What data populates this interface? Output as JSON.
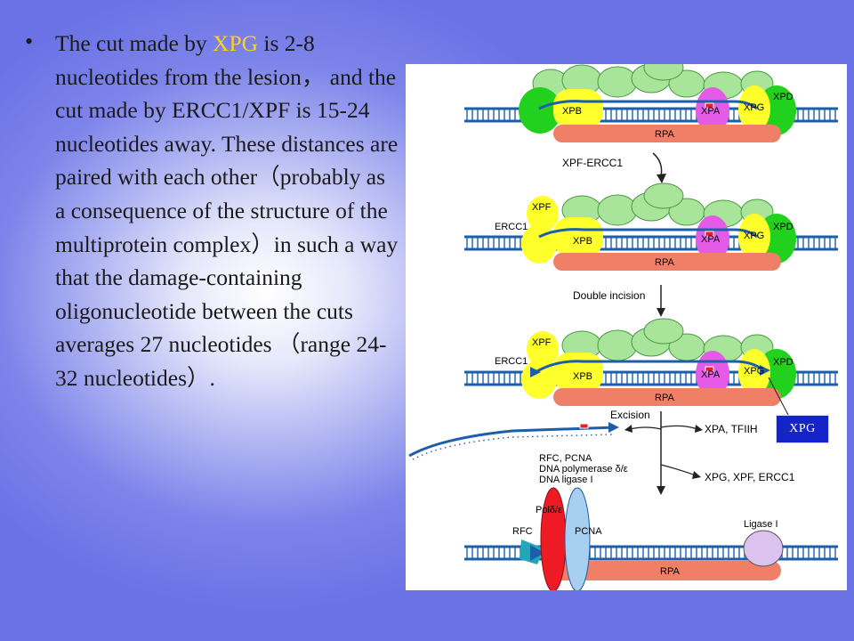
{
  "slide": {
    "bullet": {
      "seg1": "The cut made by ",
      "highlight": "XPG",
      "seg2": " is 2-8 nucleotides from the lesion， and the cut made by ERCC1/XPF is 15-24 nucleotides away. These distances are paired with each other（probably as a consequence of the structure of the multiprotein complex）in such a way that the damage-containing oligonucleotide between the cuts averages 27 nucleotides （range 24-32 nucleotides）."
    },
    "highlight_color": "#ffd21a"
  },
  "figure": {
    "protein_labels": {
      "xpb": "XPB",
      "xpa": "XPA",
      "xpg": "XPG",
      "xpd": "XPD",
      "rpa": "RPA",
      "xpf": "XPF",
      "ercc1": "ERCC1",
      "pol": "Polδ/ε",
      "rfc": "RFC",
      "pcna": "PCNA",
      "ligase": "Ligase I"
    },
    "step_labels": {
      "step1": "XPF-ERCC1",
      "step2": "Double incision",
      "excision": "Excision",
      "release1": "XPA, TFIIH",
      "fill_line1": "RFC, PCNA",
      "fill_line2": "DNA polymerase δ/ε",
      "fill_line3": "DNA ligase I",
      "release2": "XPG, XPF, ERCC1"
    },
    "callout": "XPG",
    "colors": {
      "dna": "#1c5fa8",
      "tfiih_green": "#a8e49a",
      "bright_green": "#22d11e",
      "yellow": "#ffff2b",
      "magenta": "#e45be7",
      "rpa": "#ef7f66",
      "pol_red": "#ee1b24",
      "pcna_blue": "#a7d0f0",
      "rfc_teal": "#22a7b8",
      "ligase_purple": "#dcc3ef",
      "callout_bg": "#1524c9"
    }
  }
}
